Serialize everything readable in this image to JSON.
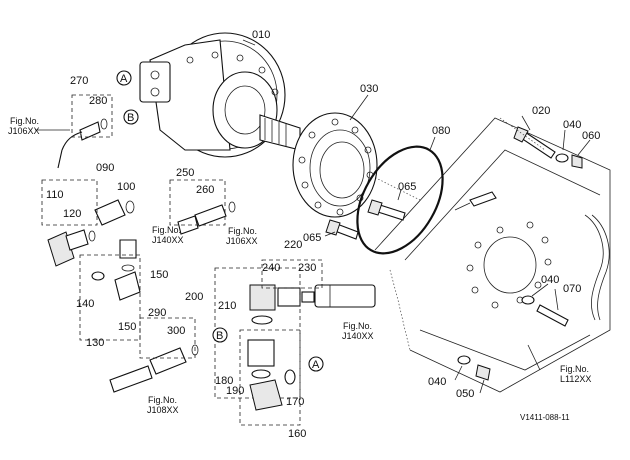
{
  "reference_code": "V1411-088-11",
  "parts": {
    "p010": "010",
    "p020": "020",
    "p030": "030",
    "p040a": "040",
    "p040b": "040",
    "p040c": "040",
    "p050": "050",
    "p060": "060",
    "p065a": "065",
    "p065b": "065",
    "p070": "070",
    "p080": "080",
    "p090": "090",
    "p100": "100",
    "p110": "110",
    "p120": "120",
    "p130": "130",
    "p140": "140",
    "p150a": "150",
    "p150b": "150",
    "p160": "160",
    "p170": "170",
    "p180": "180",
    "p190": "190",
    "p200": "200",
    "p210": "210",
    "p220": "220",
    "p230": "230",
    "p240": "240",
    "p250": "250",
    "p260": "260",
    "p270": "270",
    "p280": "280",
    "p290": "290",
    "p300": "300"
  },
  "callouts": {
    "a1": "A",
    "b1": "B",
    "b2": "B",
    "a2": "A"
  },
  "fig_refs": {
    "j106_top": {
      "line1": "Fig.No.",
      "line2": "J106XX"
    },
    "j140_left": {
      "line1": "Fig.No.",
      "line2": "J140XX"
    },
    "j106_mid": {
      "line1": "Fig.No.",
      "line2": "J106XX"
    },
    "j140_mid": {
      "line1": "Fig.No.",
      "line2": "J140XX"
    },
    "j108": {
      "line1": "Fig.No.",
      "line2": "J108XX"
    },
    "l112": {
      "line1": "Fig.No.",
      "line2": "L112XX"
    }
  }
}
